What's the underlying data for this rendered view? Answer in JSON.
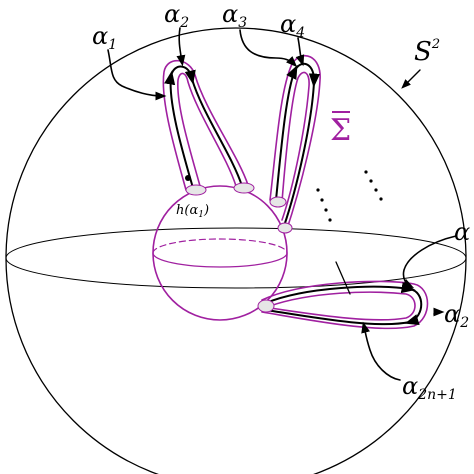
{
  "labels": {
    "alpha_1": {
      "base": "α",
      "sub": "1"
    },
    "alpha_2": {
      "base": "α",
      "sub": "2"
    },
    "alpha_3": {
      "base": "α",
      "sub": "3"
    },
    "alpha_4": {
      "base": "α",
      "sub": "4"
    },
    "alpha_n": {
      "base": "α",
      "sub": ""
    },
    "alpha_2n": {
      "base": "α",
      "sub": "2"
    },
    "alpha_2n1": {
      "base": "α",
      "sub": "2n+1"
    },
    "sphere": {
      "base": "S",
      "sup": "2"
    },
    "surface": "Σ",
    "h_alpha": {
      "pre": "h(α",
      "sub": "1",
      "post": ")"
    }
  },
  "colors": {
    "ink": "#000000",
    "surface": "#a020a0"
  }
}
